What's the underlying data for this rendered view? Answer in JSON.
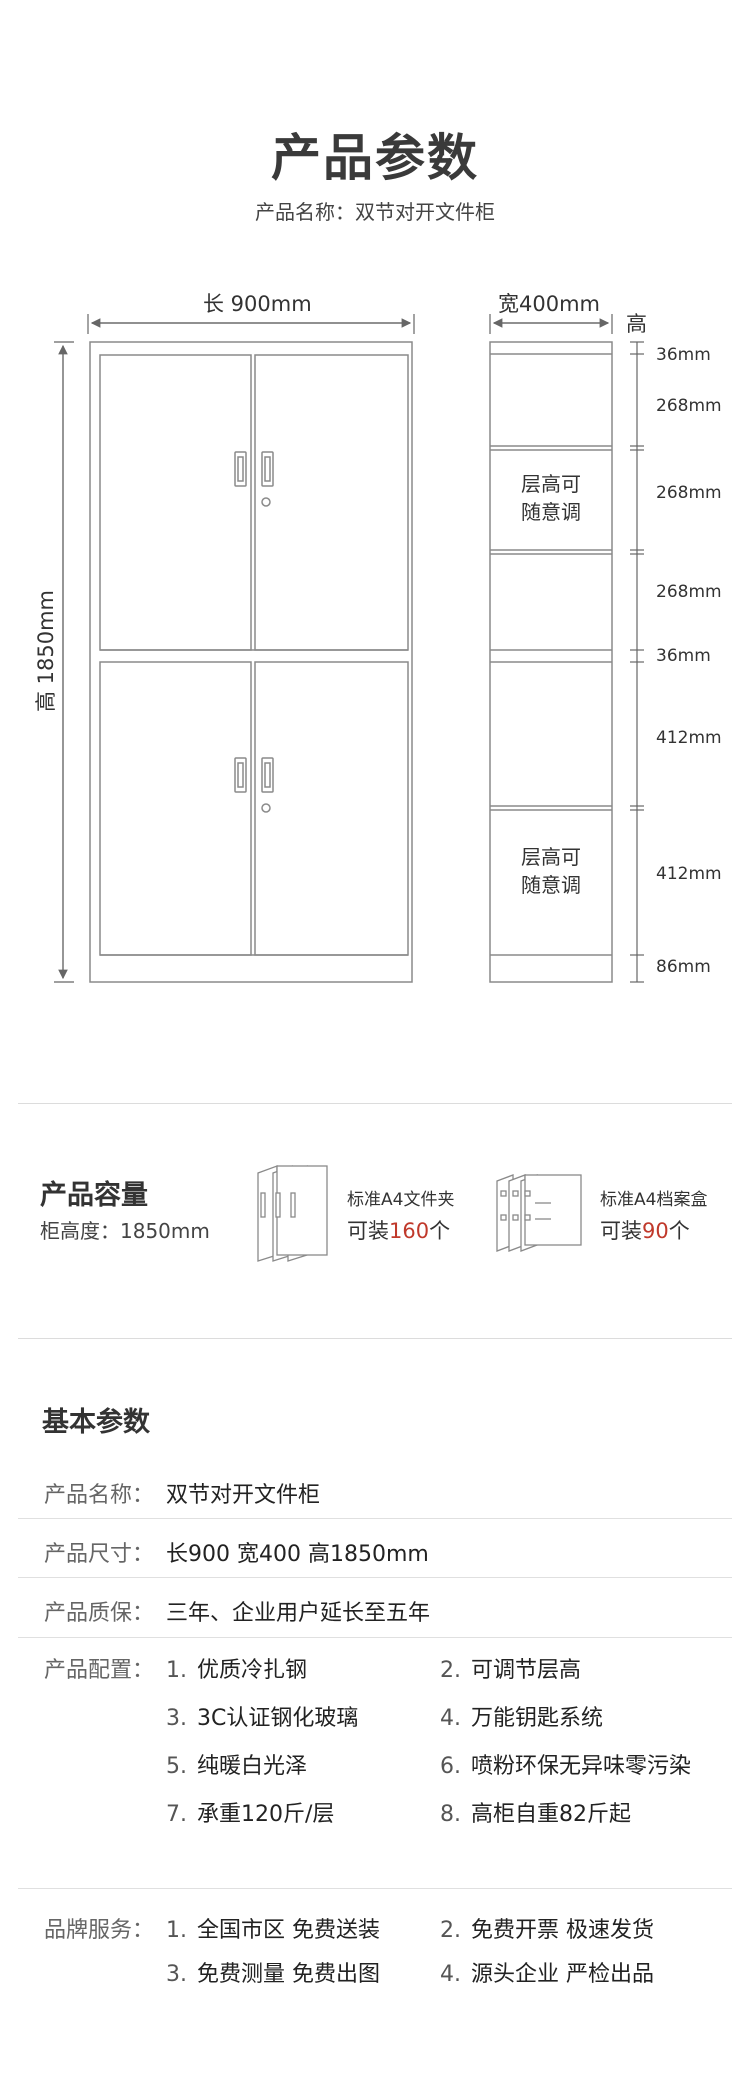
{
  "header": {
    "title": "产品参数",
    "subtitle": "产品名称：双节对开文件柜"
  },
  "drawing": {
    "front_width": "长 900mm",
    "front_height": "高 1850mm",
    "side_width": "宽400mm",
    "side_height_label": "高",
    "shelf_note_line1": "层高可",
    "shelf_note_line2": "随意调",
    "heights": [
      "36mm",
      "268mm",
      "268mm",
      "268mm",
      "36mm",
      "412mm",
      "412mm",
      "86mm"
    ]
  },
  "capacity": {
    "title": "产品容量",
    "cabinet_height": "柜高度：1850mm",
    "item1_name": "标准A4文件夹",
    "item1_prefix": "可装",
    "item1_count": "160",
    "item1_suffix": "个",
    "item2_name": "标准A4档案盒",
    "item2_prefix": "可装",
    "item2_count": "90",
    "item2_suffix": "个"
  },
  "params": {
    "title": "基本参数",
    "name_label": "产品名称：",
    "name_value": "双节对开文件柜",
    "size_label": "产品尺寸：",
    "size_value": "长900 宽400 高1850mm",
    "warranty_label": "产品质保：",
    "warranty_value": "三年、企业用户延长至五年",
    "config_label": "产品配置：",
    "config": [
      {
        "num": "1.",
        "text": "优质冷扎钢"
      },
      {
        "num": "2.",
        "text": "可调节层高"
      },
      {
        "num": "3.",
        "text": "3C认证钢化玻璃"
      },
      {
        "num": "4.",
        "text": "万能钥匙系统"
      },
      {
        "num": "5.",
        "text": "纯暖白光泽"
      },
      {
        "num": "6.",
        "text": "喷粉环保无异味零污染"
      },
      {
        "num": "7.",
        "text": "承重120斤/层"
      },
      {
        "num": "8.",
        "text": "高柜自重82斤起"
      }
    ],
    "service_label": "品牌服务：",
    "service": [
      {
        "num": "1.",
        "text": "全国市区 免费送装"
      },
      {
        "num": "2.",
        "text": "免费开票 极速发货"
      },
      {
        "num": "3.",
        "text": "免费测量 免费出图"
      },
      {
        "num": "4.",
        "text": "源头企业 严检出品"
      }
    ]
  }
}
